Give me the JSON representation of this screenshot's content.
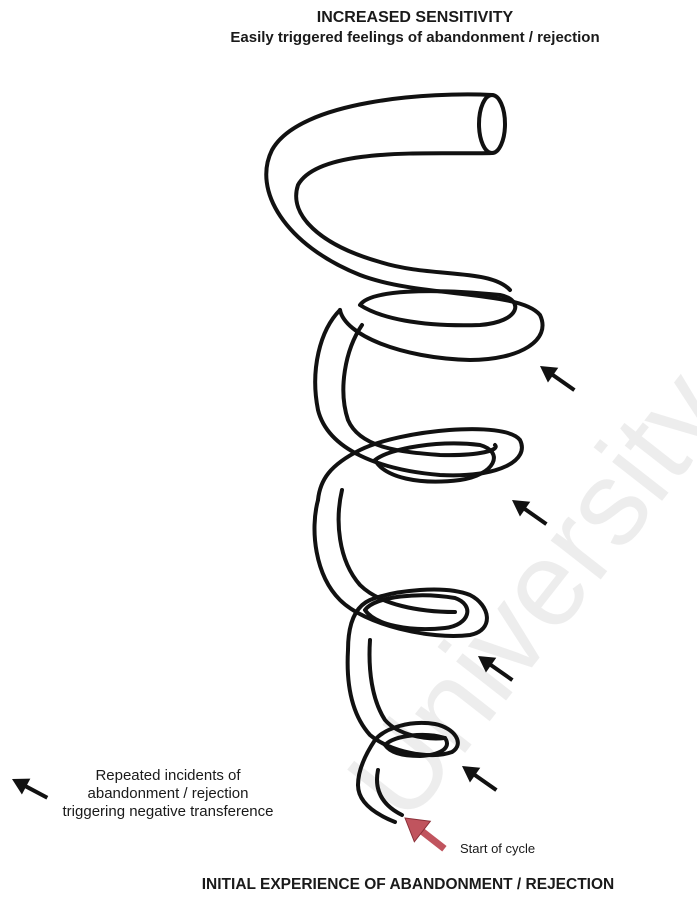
{
  "header": {
    "title": "INCREASED SENSITIVITY",
    "subtitle": "Easily triggered feelings of abandonment / rejection"
  },
  "legend": {
    "line1": "Repeated incidents of",
    "line2": "abandonment / rejection",
    "line3": "triggering negative transference"
  },
  "start_label": "Start of cycle",
  "footer": {
    "title": "INITIAL EXPERIENCE OF ABANDONMENT / REJECTION"
  },
  "watermark": "University of Cape Town",
  "colors": {
    "stroke": "#111111",
    "start_arrow": "#c0545e",
    "watermark": "#cccccc"
  },
  "icons": {
    "incident_arrow": "arrow-up-left-icon",
    "start_arrow": "arrow-up-left-icon-red"
  }
}
